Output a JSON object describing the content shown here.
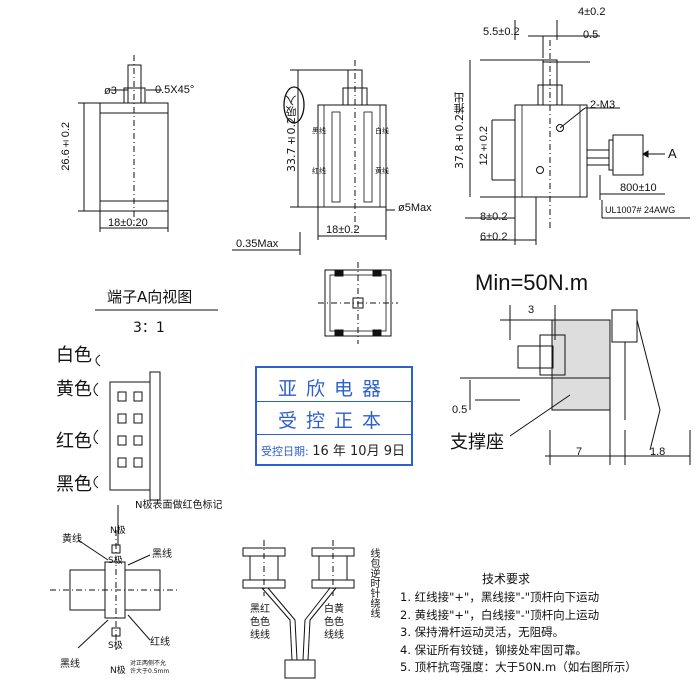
{
  "dims": {
    "d3": "ø3",
    "chamfer": "0.5X45°",
    "h26": "26.6±0.2",
    "w18a": "18±0.20",
    "h33": "33.7±0.2吸入",
    "d5max": "ø5Max",
    "w18b": "18±0.2",
    "t035": "0.35Max",
    "d4": "4±0.2",
    "d55": "5.5±0.2",
    "d05": "0.5",
    "m3": "2-M3",
    "h37": "37.8±0.2推出",
    "h12": "12±0.2",
    "d8": "8±0.2",
    "d6": "6±0.2",
    "lead": "800±10",
    "wire": "UL1007# 24AWG",
    "viewA": "A",
    "bw_black": "黑线",
    "bw_white": "白线",
    "bw_red": "红线",
    "bw_yellow": "黄线"
  },
  "terminal_view": {
    "title": "端子A向视图",
    "scale": "3：1",
    "white": "白色",
    "yellow": "黄色",
    "red": "红色",
    "black": "黑色"
  },
  "stamp": {
    "line1": "亚欣电器",
    "line2": "受控正本",
    "line3_label": "受控日期:",
    "line3_value": "16 年 10月 9日"
  },
  "support": {
    "min_force": "Min=50N.m",
    "d3": "3",
    "d05": "0.5",
    "label": "支撑座",
    "d7": "7",
    "d18": "1.8"
  },
  "coil": {
    "n_note": "N极表面做红色标记",
    "yellow": "黄线",
    "n_top": "N极",
    "s_top": "S极",
    "black": "黑线",
    "black2": "黑线",
    "red": "红线",
    "s_bot": "S极",
    "n_bot": "N极",
    "small_note": "对正两侧不允\n许大于0.5mm"
  },
  "winding": {
    "left_a": "黑红",
    "left_b": "色色",
    "left_c": "线线",
    "right_a": "白黄",
    "right_b": "色色",
    "right_c": "线线",
    "dir": "线包逆时针绕线"
  },
  "requirements": {
    "title": "技术要求",
    "items": [
      "1. 红线接\"+\"，黑线接\"-\"顶杆向下运动",
      "2. 黄线接\"+\"，白线接\"-\"顶杆向上运动",
      "3. 保持滑杆运动灵活，无阻碍。",
      "4. 保证所有铰链，铆接处牢固可靠。",
      "5. 顶杆抗弯强度：大于50N.m（如右图所示）"
    ]
  }
}
